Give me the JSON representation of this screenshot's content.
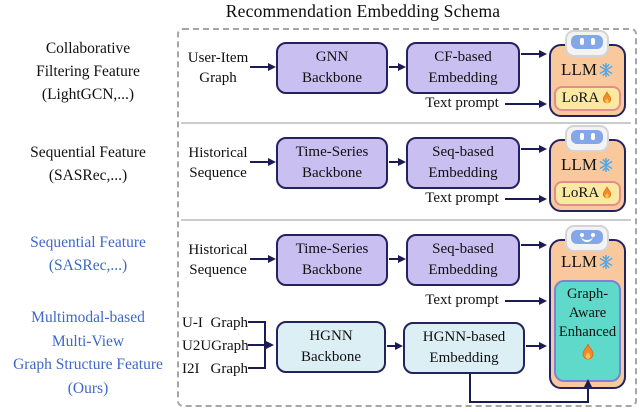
{
  "title": "Recommendation Embedding Schema",
  "colors": {
    "purple_box_fill": "#C9BFF0",
    "cyan_box_fill": "#DCEFF5",
    "llm_box_fill": "#F9C99D",
    "lora_box_fill": "#FBE9A2",
    "lora_box_border": "#E08E8E",
    "enhanced_box_fill": "#5FD9C9",
    "enhanced_box_border": "#8080D6",
    "box_border_navy": "#23235F",
    "arrow_navy": "#1B1B55",
    "blue_label": "#3E68C6",
    "snowflake_blue": "#4FA7E8",
    "flame_orange": "#F08A2A"
  },
  "row1": {
    "side_lines": [
      "Collaborative",
      "Filtering Feature",
      "(LightGCN,...)"
    ],
    "input_lines": [
      "User-Item",
      "Graph"
    ],
    "backbone_lines": [
      "GNN",
      "Backbone"
    ],
    "embedding_lines": [
      "CF-based",
      "Embedding"
    ],
    "text_prompt": "Text prompt",
    "llm_label": "LLM",
    "lora_label": "LoRA"
  },
  "row2": {
    "side_lines": [
      "Sequential Feature",
      "(SASRec,...)"
    ],
    "input_lines": [
      "Historical",
      "Sequence"
    ],
    "backbone_lines": [
      "Time-Series",
      "Backbone"
    ],
    "embedding_lines": [
      "Seq-based",
      "Embedding"
    ],
    "text_prompt": "Text prompt",
    "llm_label": "LLM",
    "lora_label": "LoRA"
  },
  "row3": {
    "side_lines": [
      "Sequential Feature",
      "(SASRec,...)"
    ],
    "input_lines": [
      "Historical",
      "Sequence"
    ],
    "backbone_lines": [
      "Time-Series",
      "Backbone"
    ],
    "embedding_lines": [
      "Seq-based",
      "Embedding"
    ],
    "text_prompt": "Text prompt"
  },
  "row4": {
    "side_lines": [
      "Multimodal-based",
      "Multi-View",
      "Graph Structure Feature",
      "(Ours)"
    ],
    "graph_inputs": [
      {
        "name": "U-I",
        "word": "Graph"
      },
      {
        "name": "U2U",
        "word": "Graph"
      },
      {
        "name": "I2I",
        "word": "Graph"
      }
    ],
    "backbone_lines": [
      "HGNN",
      "Backbone"
    ],
    "embedding_lines": [
      "HGNN-based",
      "Embedding"
    ]
  },
  "shared_llm": {
    "llm_label": "LLM",
    "enhanced_lines": [
      "Graph-",
      "Aware",
      "Enhanced"
    ]
  }
}
